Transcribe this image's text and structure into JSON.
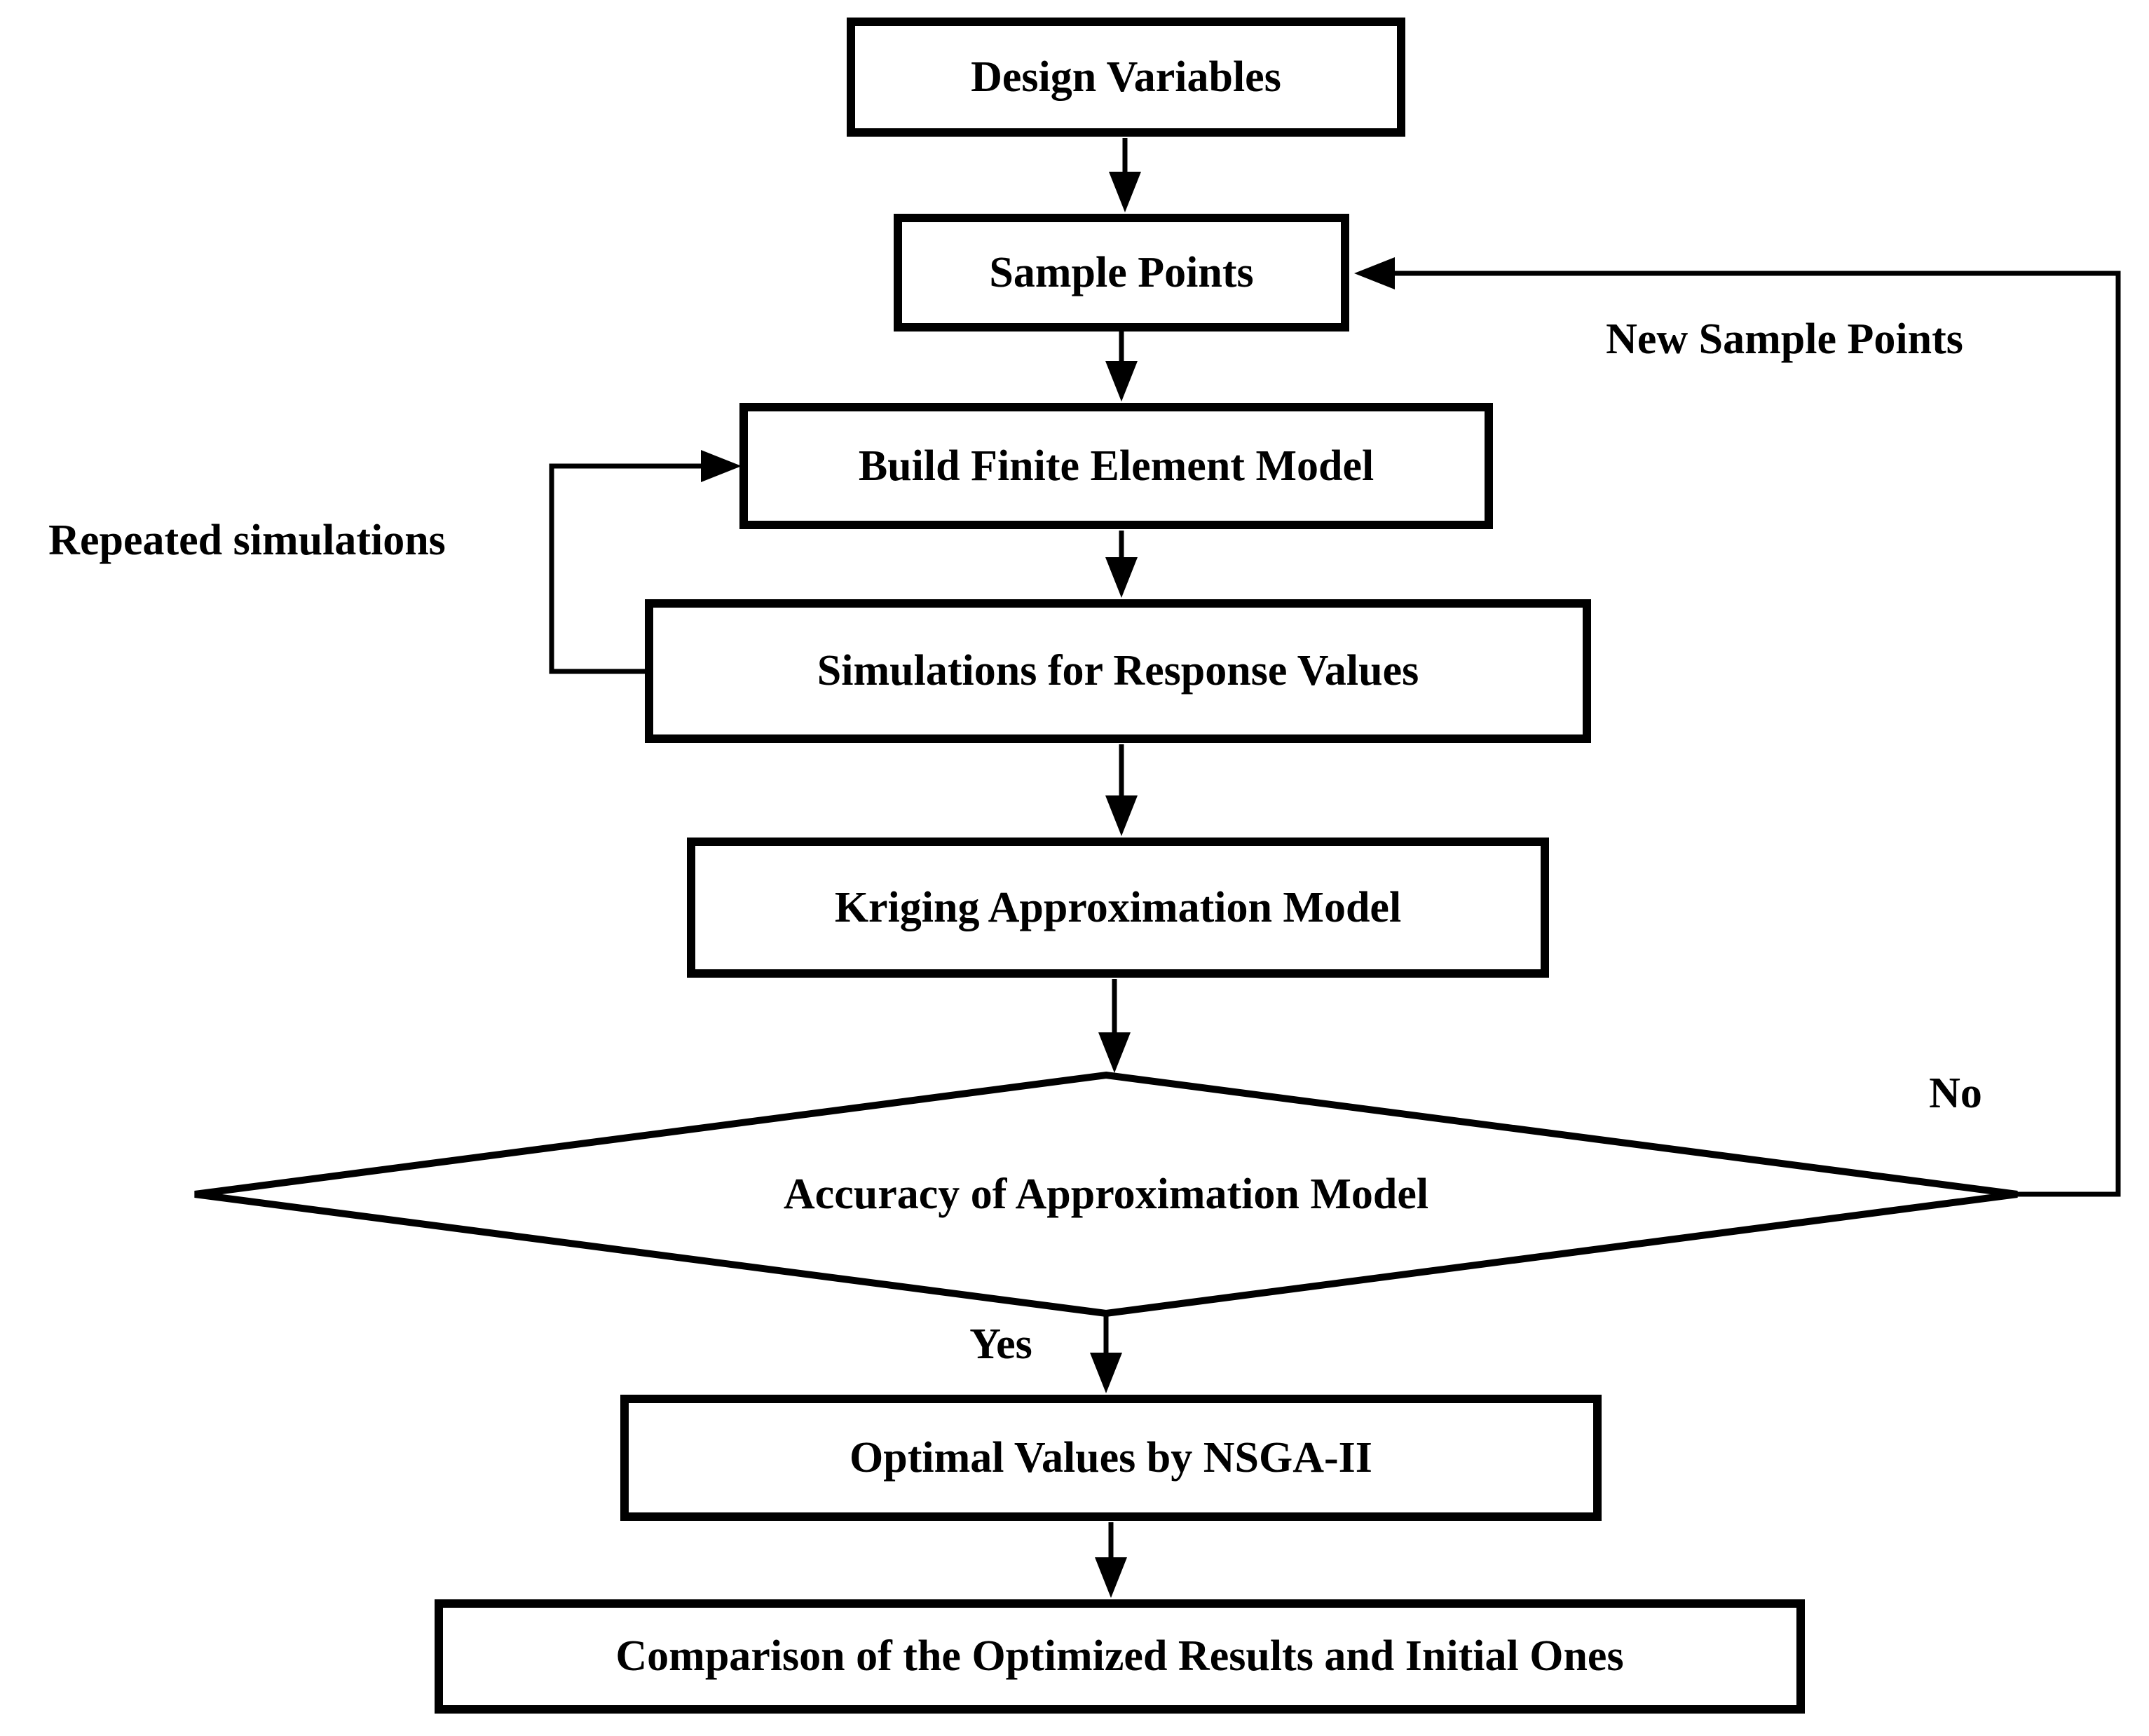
{
  "diagram": {
    "nodes": {
      "design_variables": "Design Variables",
      "sample_points": "Sample Points",
      "build_fem": "Build Finite Element Model",
      "simulations": "Simulations for Response Values",
      "kriging": "Kriging Approximation Model",
      "accuracy": "Accuracy of Approximation Model",
      "nsga": "Optimal Values by NSGA-II",
      "comparison": "Comparison of the Optimized Results and Initial Ones"
    },
    "edge_labels": {
      "repeated_simulations": "Repeated simulations",
      "new_sample_points": "New Sample Points",
      "no": "No",
      "yes": "Yes"
    },
    "colors": {
      "line": "#000000",
      "background": "#ffffff"
    }
  }
}
